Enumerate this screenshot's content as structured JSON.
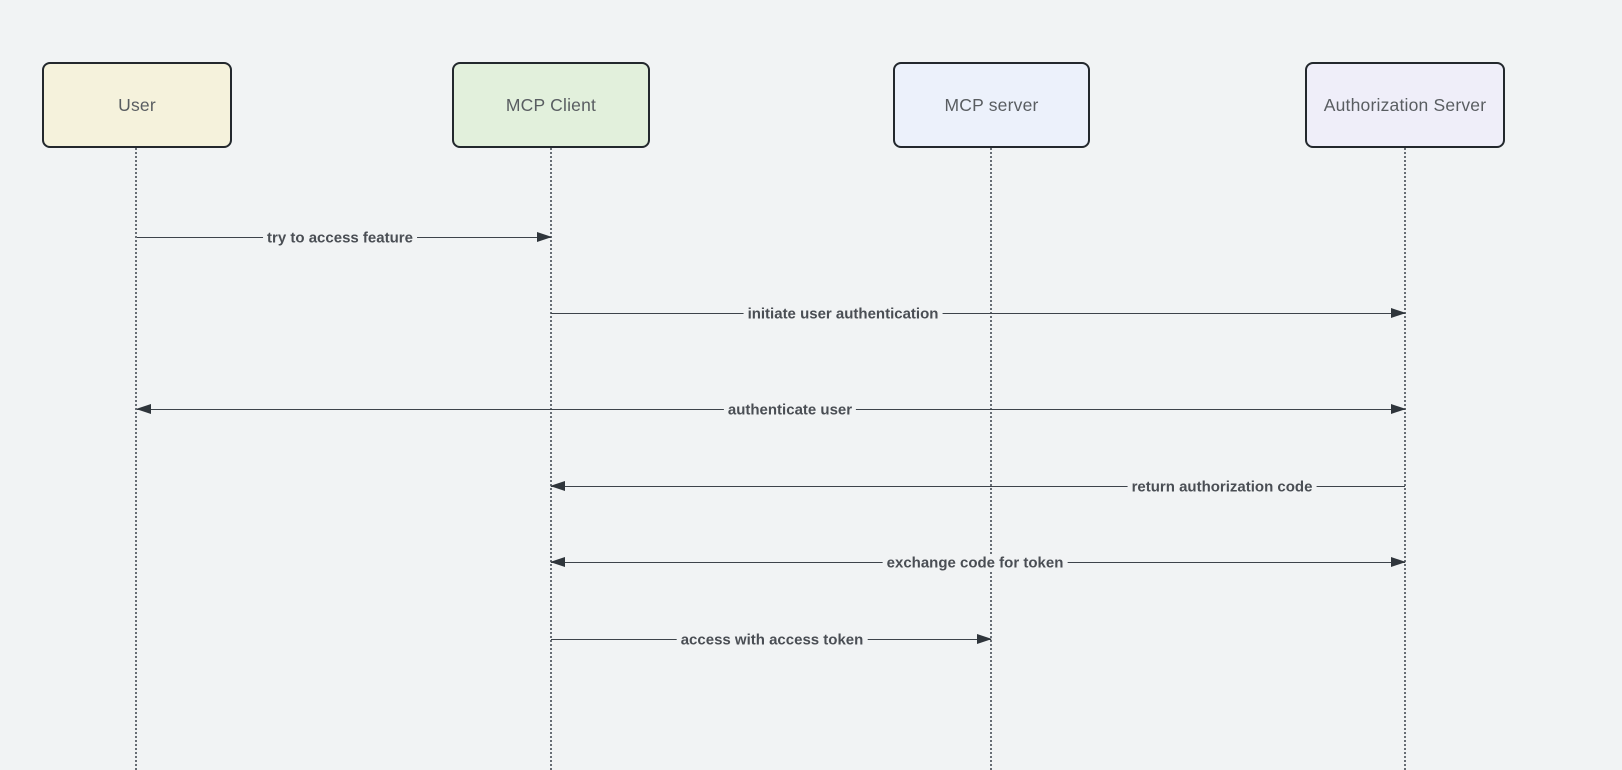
{
  "diagram": {
    "type": "sequence-diagram",
    "background_color": "#f1f3f4",
    "line_color": "#3d434a",
    "label_color": "#4a4e54",
    "actors": [
      {
        "id": "user",
        "label": "User",
        "fill": "#f5f2dc",
        "border": "#23282d"
      },
      {
        "id": "mcp-client",
        "label": "MCP Client",
        "fill": "#e2f0dc",
        "border": "#23282d"
      },
      {
        "id": "mcp-server",
        "label": "MCP server",
        "fill": "#ecf1fb",
        "border": "#23282d"
      },
      {
        "id": "auth-server",
        "label": "Authorization Server",
        "fill": "#efeef9",
        "border": "#23282d"
      }
    ],
    "messages": [
      {
        "label": "try to access feature",
        "from": "user",
        "to": "mcp-client",
        "arrows": "right"
      },
      {
        "label": "initiate user authentication",
        "from": "mcp-client",
        "to": "auth-server",
        "arrows": "right"
      },
      {
        "label": "authenticate user",
        "from": "user",
        "to": "auth-server",
        "arrows": "both"
      },
      {
        "label": "return authorization code",
        "from": "auth-server",
        "to": "mcp-client",
        "arrows": "left"
      },
      {
        "label": "exchange code for token",
        "from": "mcp-client",
        "to": "auth-server",
        "arrows": "both"
      },
      {
        "label": "access with access token",
        "from": "mcp-client",
        "to": "mcp-server",
        "arrows": "right"
      }
    ]
  }
}
